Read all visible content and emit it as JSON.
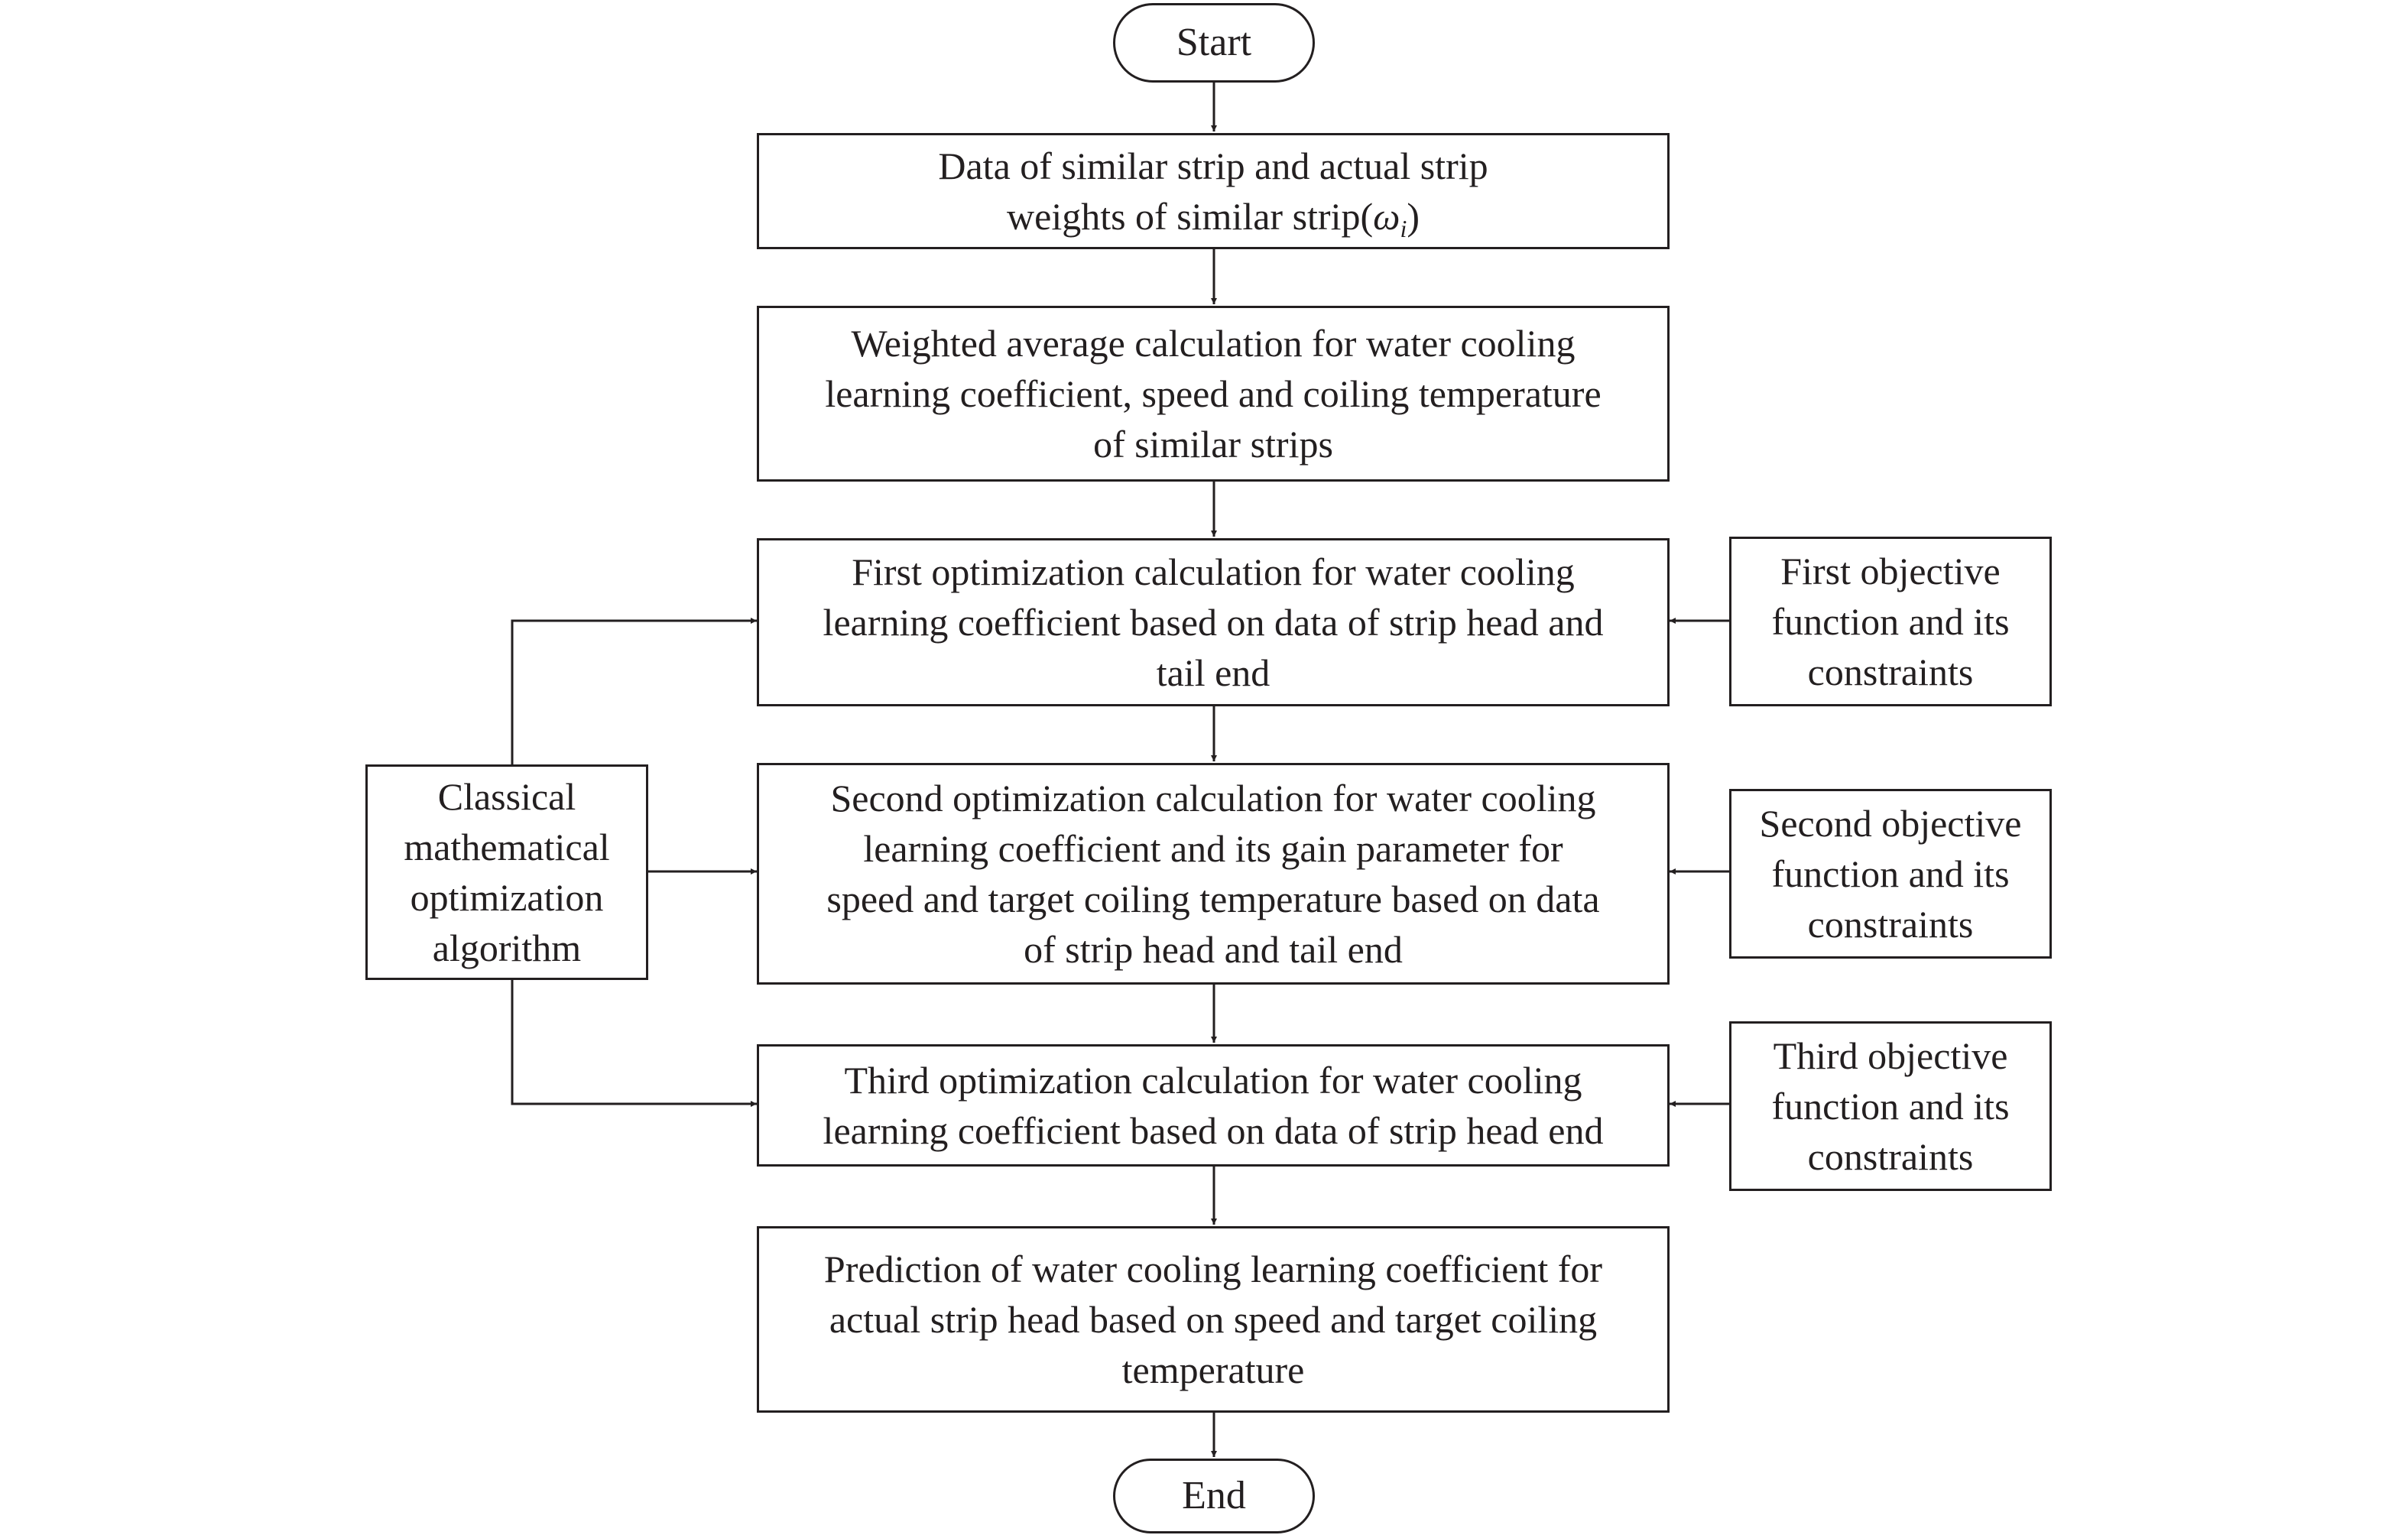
{
  "diagram": {
    "start_label": "Start",
    "end_label": "End",
    "steps": [
      {
        "id": "data",
        "lines": [
          "Data of similar strip and actual strip",
          "weights of similar strip("
        ],
        "symbol": "ω",
        "symbol_sub": "i",
        "close": ")"
      },
      {
        "id": "weighted",
        "lines": [
          "Weighted average calculation for water cooling",
          "learning coefficient, speed and coiling temperature",
          "of similar strips"
        ]
      },
      {
        "id": "opt1",
        "lines": [
          "First optimization calculation for water cooling",
          "learning coefficient based on data of strip head and",
          "tail end"
        ]
      },
      {
        "id": "opt2",
        "lines": [
          "Second optimization calculation for water cooling",
          "learning coefficient and its gain parameter for",
          "speed and target coiling temperature based on data",
          "of strip head and tail end"
        ]
      },
      {
        "id": "opt3",
        "lines": [
          "Third optimization calculation for water cooling",
          "learning coefficient based on data of strip head end"
        ]
      },
      {
        "id": "predict",
        "lines": [
          "Prediction of water cooling learning coefficient for",
          "actual strip head based on speed and target coiling",
          "temperature"
        ]
      }
    ],
    "algorithm": {
      "lines": [
        "Classical",
        "mathematical",
        "optimization",
        "algorithm"
      ]
    },
    "objectives": [
      {
        "id": "obj1",
        "lines": [
          "First objective",
          "function and its",
          "constraints"
        ]
      },
      {
        "id": "obj2",
        "lines": [
          "Second objective",
          "function and its",
          "constraints"
        ]
      },
      {
        "id": "obj3",
        "lines": [
          "Third objective",
          "function and its",
          "constraints"
        ]
      }
    ],
    "line_color": "#231f20"
  }
}
